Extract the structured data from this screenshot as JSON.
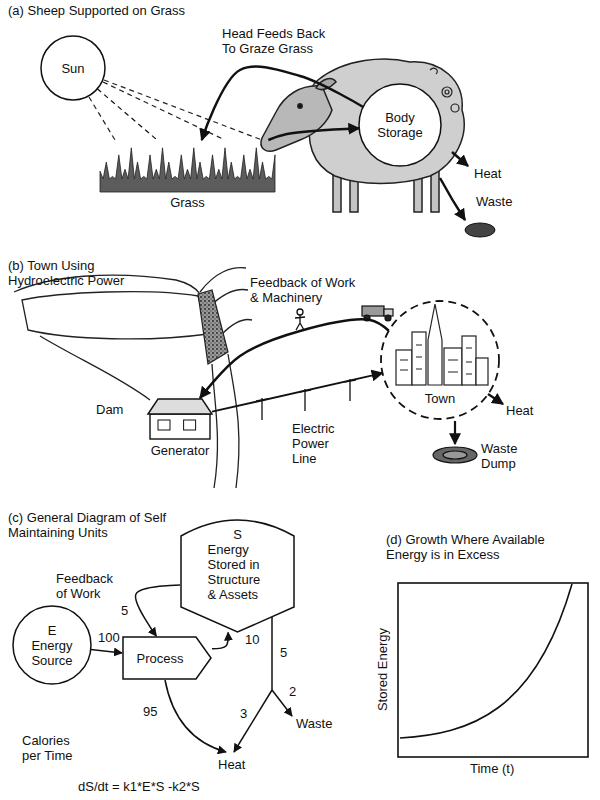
{
  "diagram": {
    "nodes": [
      {
        "text": [
          "Sun"
        ]
      },
      {
        "text": [
          "Body Storage"
        ]
      },
      {
        "text": [
          "Grass"
        ]
      },
      {
        "text": [
          "Town"
        ]
      },
      {
        "text": [
          "Generator"
        ]
      },
      {
        "text": [
          "S",
          "Energy Stored in Structure & Assets"
        ]
      },
      {
        "text": [
          "E",
          "Energy Source"
        ]
      },
      {
        "text": [
          "Process"
        ]
      }
    ],
    "edges": [
      {
        "from": 0,
        "to": 2,
        "arrow": "none"
      },
      {
        "from": 2,
        "to": 1,
        "arrow": "to"
      },
      {
        "from": 1,
        "to": 2,
        "arrow": "to"
      },
      {
        "from": 4,
        "to": 3,
        "arrow": "to"
      },
      {
        "from": 3,
        "to": 4,
        "arrow": "to"
      },
      {
        "from": 6,
        "to": 7,
        "label": "100",
        "arrow": "to"
      },
      {
        "from": 7,
        "to": 5,
        "label": "10",
        "arrow": "to"
      },
      {
        "from": 5,
        "to": 7,
        "label": "5",
        "arrow": "to"
      }
    ],
    "labels": [
      "(a) Sheep Supported on Grass",
      "Head Feeds Back To Graze Grass",
      "Heat",
      "Waste",
      "(b) Town Using Hydroelectric Power",
      "Feedback of Work & Machinery",
      "Dam",
      "Heat",
      "Electric Power Line",
      "Waste Dump",
      "(c) General Diagram of Self Maintaining Units",
      "(d) Growth Where Available Energy is in Excess",
      "Feedback of Work",
      "5",
      "95",
      "2",
      "3",
      "Waste",
      "Calories per Time",
      "Heat",
      "Stored Energy",
      "Time (t)",
      "dS/dt = k1*E*S -k2*S"
    ]
  }
}
